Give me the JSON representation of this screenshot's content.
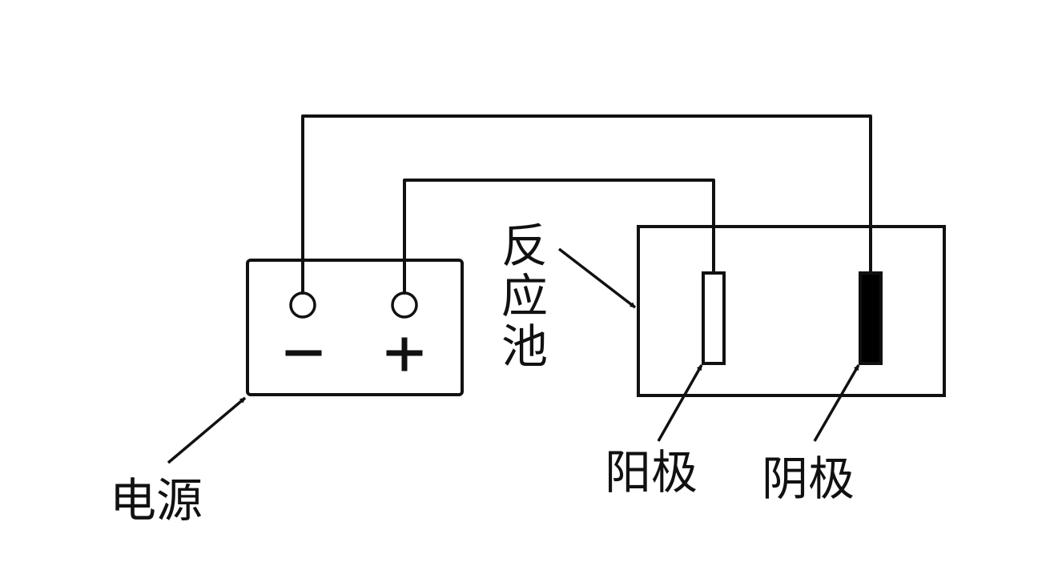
{
  "labels": {
    "power_supply": "电源",
    "reaction_cell": "反应池",
    "anode": "阳极",
    "cathode": "阴极"
  },
  "terminals": {
    "negative": "−",
    "positive": "+"
  },
  "colors": {
    "line": "#111111",
    "cathode_fill": "#000000",
    "anode_fill": "#ffffff",
    "background": "#ffffff"
  }
}
